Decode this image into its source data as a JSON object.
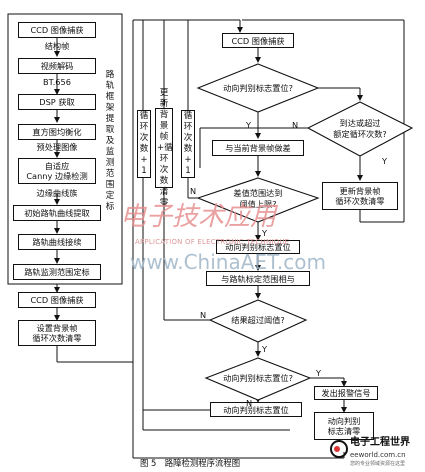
{
  "left_column": {
    "box1": "CCD 图像捕获",
    "label1": "结构帧",
    "box2": "视频解码",
    "label2": "BT.656",
    "box3": "DSP 获取",
    "box4_line1": "直方图均衡化",
    "label4": "预处理图像",
    "box5_line1": "自适应",
    "box5_line2": "Canny 边缘检测",
    "label5": "边缘曲线族",
    "box6": "初始路轨曲线提取",
    "box7": "路轨曲线接续",
    "box8": "路轨监测范围定标",
    "group_label": "路轨框架提取及监测范围定标",
    "box9": "CCD 图像捕获",
    "box10_line1": "设置背景帧",
    "box10_line2": "循环次数清零"
  },
  "middle_columns": {
    "loop_a": "循环次数+1",
    "update_bg_a": "更新背景帧+循环次数清零",
    "loop_b": "循环次数+1"
  },
  "right_flow": {
    "ccd": "CCD 图像捕获",
    "d1": "动向判别标志置位?",
    "d2_line1": "到达或超过",
    "d2_line2": "额定循环次数?",
    "compare": "与当前背景帧做差",
    "update_bg_line1": "更新背景帧",
    "update_bg_line2": "循环次数清零",
    "d3_line1": "差值范围达到",
    "d3_line2": "阈值上限?",
    "set_flag": "动向判别标志置位",
    "and_rail": "与路轨标定范围相与",
    "d4": "结果超过阈值?",
    "d5": "动向判别标志置位?",
    "alarm": "发出报警信号",
    "reset_flag": "动向判别标志置位",
    "clear_line1": "动向判别",
    "clear_line2": "标志清零"
  },
  "branch_labels": {
    "y": "Y",
    "n": "N"
  },
  "caption": "图 5　路障检测程序流程图",
  "watermark": {
    "cn": "电子技术应用",
    "en": "APPLICATION OF ELECTRONIC TECHNIQUE",
    "url": "www.ChinaAET.com"
  },
  "logo": {
    "name": "电子工程世界",
    "site": "eeworld.com.cn",
    "tag": "您的专业领域资源在这里"
  },
  "colors": {
    "watermark": "#e58a8a",
    "url": "#9fb6c8"
  }
}
